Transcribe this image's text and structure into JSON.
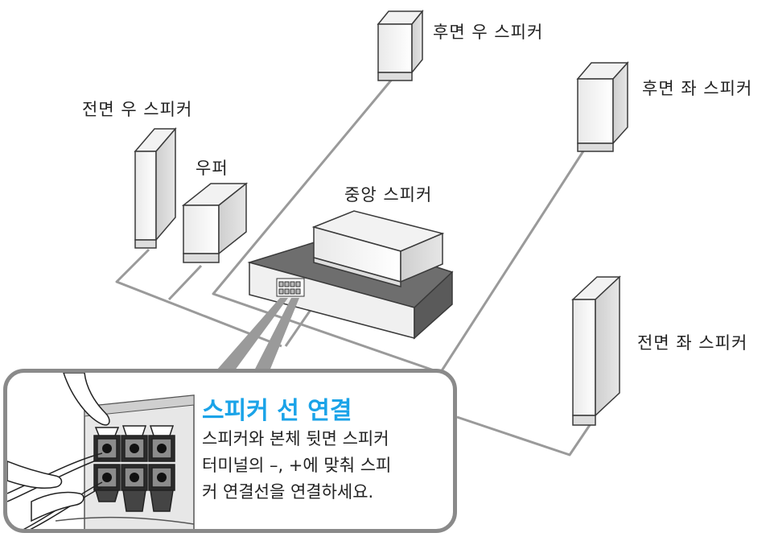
{
  "labels": {
    "rear_right": "후면 우 스피커",
    "rear_left": "후면 좌 스피커",
    "front_right": "전면 우 스피커",
    "woofer": "우퍼",
    "center": "중앙 스피커",
    "front_left": "전면 좌 스피커"
  },
  "callout": {
    "title": "스피커 선 연결",
    "lines": [
      "스피커와 본체 뒷면 스피커",
      "터미널의 –, +에 맞춰 스피",
      "커 연결선을 연결하세요."
    ]
  },
  "colors": {
    "accent_title": "#1aa3e8",
    "wire": "#9a9a9a",
    "receiver_top": "#6e6e6e",
    "callout_border": "#8a8a8a"
  }
}
